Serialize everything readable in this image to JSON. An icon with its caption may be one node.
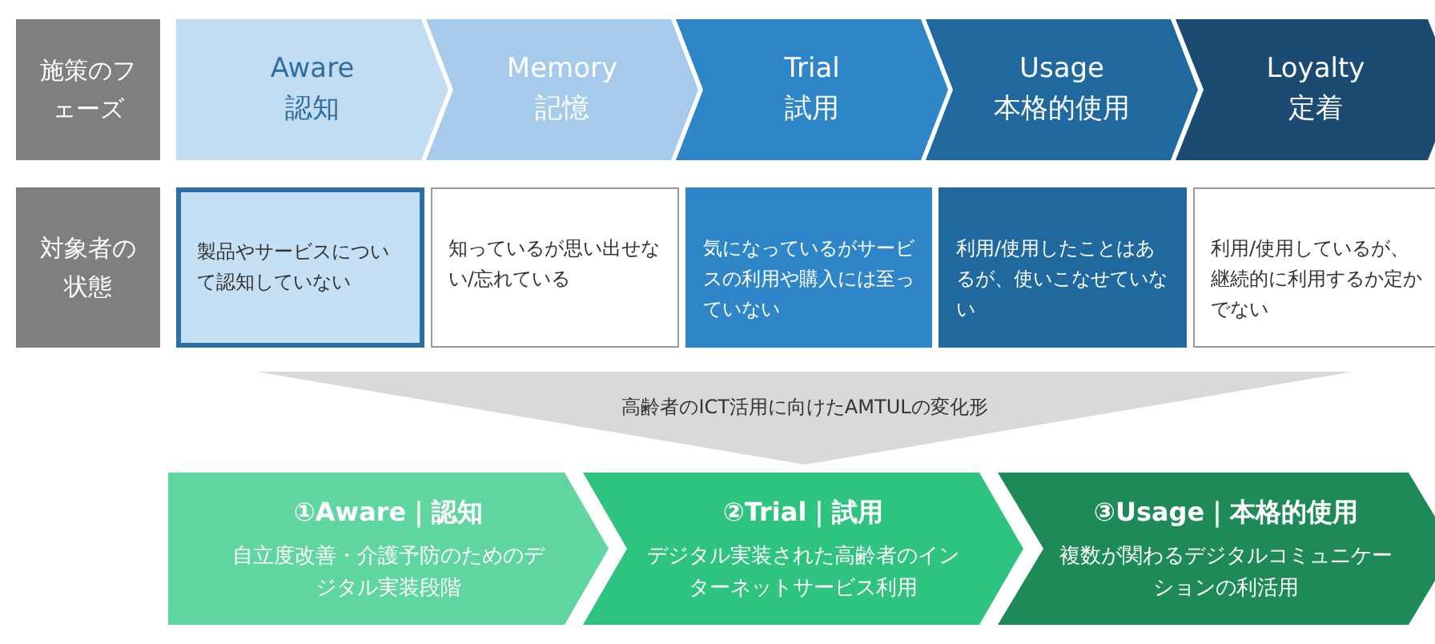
{
  "diagram": {
    "nodes": [
      {
        "text": [
          "施策のフェーズ"
        ]
      },
      {
        "text": [
          "Aware",
          "認知"
        ]
      },
      {
        "text": [
          "Memory",
          "記憶"
        ]
      },
      {
        "text": [
          "Trial",
          "試用"
        ]
      },
      {
        "text": [
          "Usage",
          "本格的使用"
        ]
      },
      {
        "text": [
          "Loyalty",
          "定着"
        ]
      },
      {
        "text": [
          "対象者の状態"
        ]
      },
      {
        "text": [
          "製品やサービスについて認知していない"
        ]
      },
      {
        "text": [
          "知っているが思い出せない/忘れている"
        ]
      },
      {
        "text": [
          "気になっているがサービスの利用や購入には至っていない"
        ]
      },
      {
        "text": [
          "利用/使用したことはあるが、使いこなせていない"
        ]
      },
      {
        "text": [
          "利用/使用しているが、継続的に利用するか定かでない"
        ]
      },
      {
        "text": [
          "高齢者のICT活用に向けたAMTULの変化形"
        ]
      },
      {
        "text": [
          "①Aware｜認知",
          "自立度改善・介護予防のためのデジタル実装段階"
        ]
      },
      {
        "text": [
          "②Trial｜試用",
          "デジタル実装された高齢者のインターネットサービス利用"
        ]
      },
      {
        "text": [
          "③Usage｜本格的使用",
          "複数が関わるデジタルコミュニケーションの利活用"
        ]
      }
    ]
  }
}
